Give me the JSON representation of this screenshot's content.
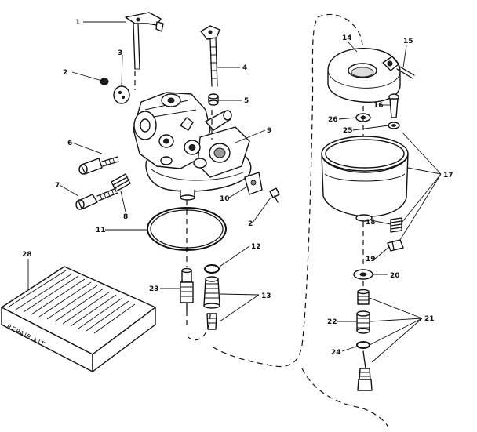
{
  "diagram": {
    "parts": [
      {
        "id": "p1",
        "label": "1"
      },
      {
        "id": "p2a",
        "label": "2"
      },
      {
        "id": "p3",
        "label": "3"
      },
      {
        "id": "p4",
        "label": "4"
      },
      {
        "id": "p5",
        "label": "5"
      },
      {
        "id": "p6",
        "label": "6"
      },
      {
        "id": "p7",
        "label": "7"
      },
      {
        "id": "p8",
        "label": "8"
      },
      {
        "id": "p9",
        "label": "9"
      },
      {
        "id": "p10",
        "label": "10"
      },
      {
        "id": "p2b",
        "label": "2"
      },
      {
        "id": "p11",
        "label": "11"
      },
      {
        "id": "p12",
        "label": "12"
      },
      {
        "id": "p13",
        "label": "13"
      },
      {
        "id": "p23",
        "label": "23"
      },
      {
        "id": "p28",
        "label": "28"
      },
      {
        "id": "p14",
        "label": "14"
      },
      {
        "id": "p15",
        "label": "15"
      },
      {
        "id": "p16",
        "label": "16"
      },
      {
        "id": "p26",
        "label": "26"
      },
      {
        "id": "p25",
        "label": "25"
      },
      {
        "id": "p17",
        "label": "17"
      },
      {
        "id": "p18",
        "label": "18"
      },
      {
        "id": "p19",
        "label": "19"
      },
      {
        "id": "p20",
        "label": "20"
      },
      {
        "id": "p22",
        "label": "22"
      },
      {
        "id": "p21",
        "label": "21"
      },
      {
        "id": "p24",
        "label": "24"
      }
    ],
    "kit_label": "REPAIR KIT"
  }
}
